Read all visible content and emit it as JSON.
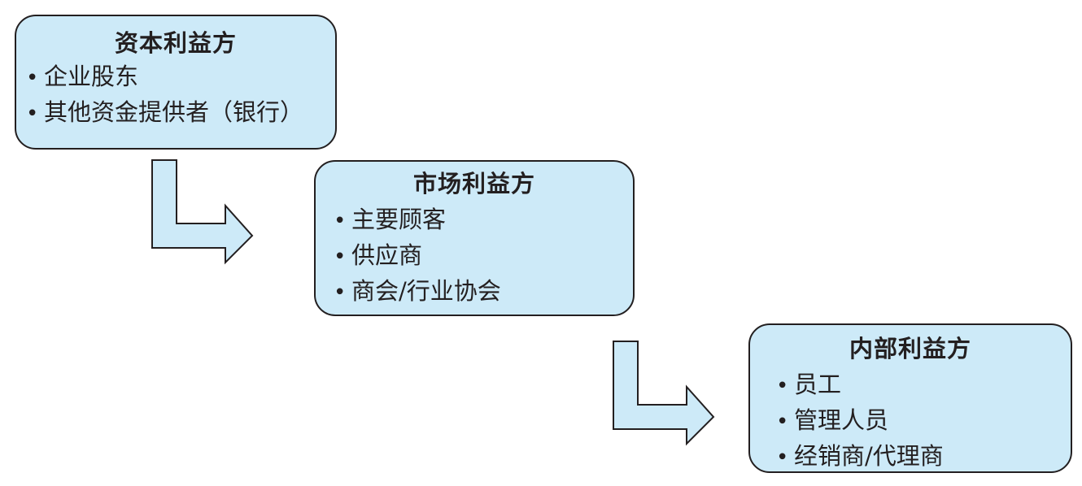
{
  "colors": {
    "box_fill": "#cdeaf8",
    "arrow_fill": "#cdeaf8",
    "stroke": "#231f20"
  },
  "bullet_char": "•",
  "boxes": {
    "capital": {
      "title": "资本利益方",
      "items": [
        "企业股东",
        "其他资金提供者（银行）"
      ]
    },
    "market": {
      "title": "市场利益方",
      "items": [
        "主要顾客",
        "供应商",
        "商会/行业协会"
      ]
    },
    "internal": {
      "title": "内部利益方",
      "items": [
        "员工",
        "管理人员",
        "经销商/代理商"
      ]
    }
  },
  "arrows": [
    {
      "from": "capital",
      "to": "market",
      "icon": "bent-arrow-icon"
    },
    {
      "from": "market",
      "to": "internal",
      "icon": "bent-arrow-icon"
    }
  ]
}
